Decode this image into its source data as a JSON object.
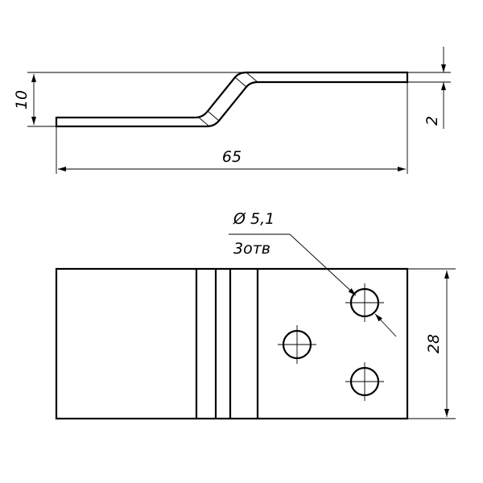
{
  "colors": {
    "line": "#000000",
    "background": "#ffffff"
  },
  "side_view": {
    "height_dim": "10",
    "thickness_dim": "2",
    "length_dim": "65"
  },
  "top_view": {
    "hole_diameter": "Ø 5,1",
    "hole_count": "3отв",
    "width_dim": "28"
  }
}
